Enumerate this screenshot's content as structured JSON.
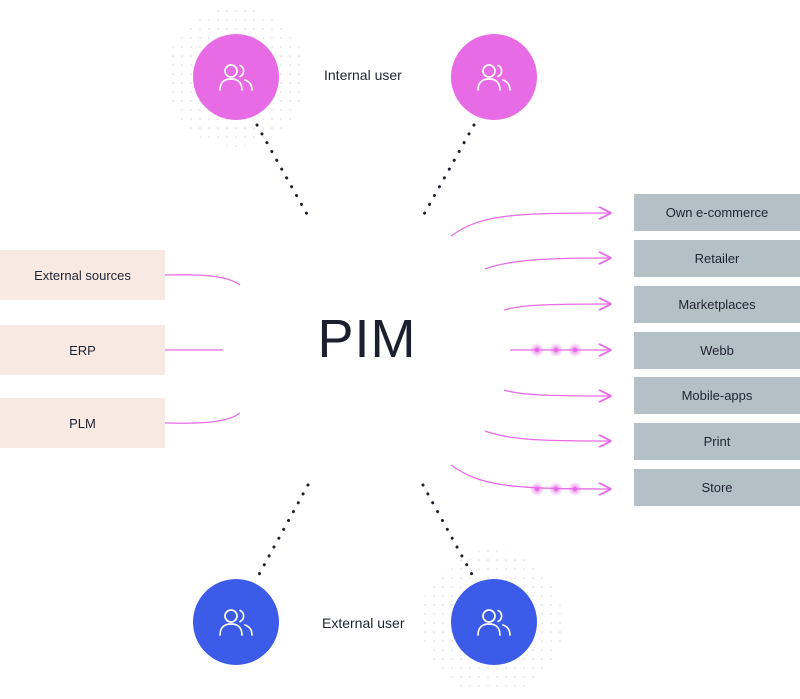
{
  "center": {
    "title": "PIM"
  },
  "internal": {
    "caption": "Internal user",
    "color": "#e86be6"
  },
  "external": {
    "caption": "External user",
    "color": "#3b5be8"
  },
  "sources": [
    {
      "label": "External sources"
    },
    {
      "label": "ERP"
    },
    {
      "label": "PLM"
    }
  ],
  "outputs": [
    {
      "label": "Own e-commerce"
    },
    {
      "label": "Retailer"
    },
    {
      "label": "Marketplaces"
    },
    {
      "label": "Webb"
    },
    {
      "label": "Mobile-apps"
    },
    {
      "label": "Print"
    },
    {
      "label": "Store"
    }
  ],
  "colors": {
    "connector": "#e86be6",
    "source_bg": "#f8e9e3",
    "output_bg": "#b3c0c5",
    "dots": "#1b1f2e"
  },
  "icons": {
    "user": "users-icon"
  }
}
